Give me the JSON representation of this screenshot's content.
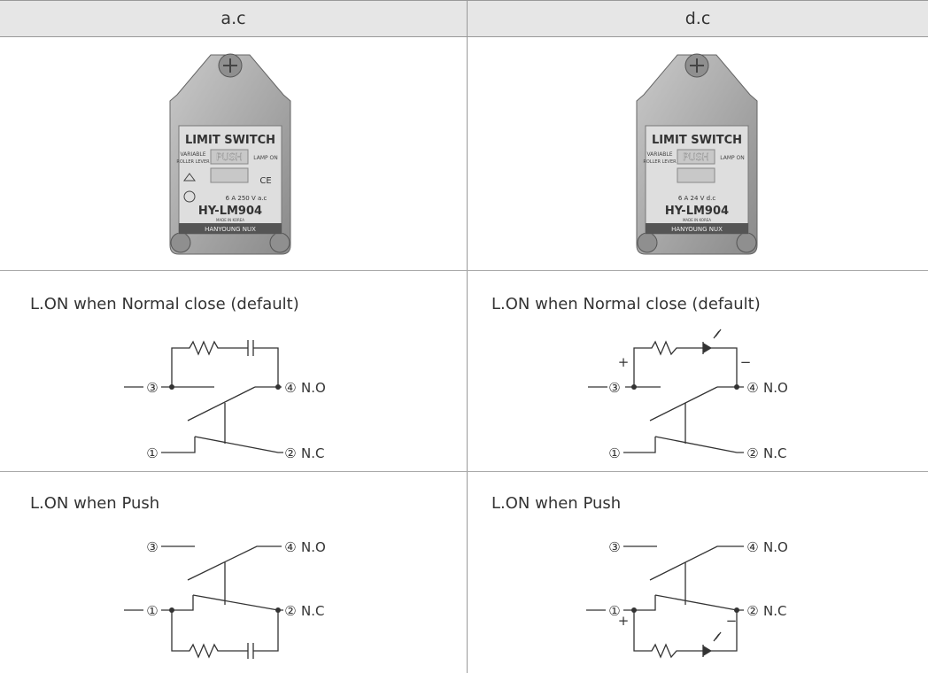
{
  "headers": {
    "left": "a.c",
    "right": "d.c"
  },
  "product": {
    "title": "LIMIT SWITCH",
    "variable": "VARIABLE",
    "roller_lever": "ROLLER LEVER",
    "push": "PUSH",
    "lamp_on": "LAMP ON",
    "model": "HY-LM904",
    "made_in": "MADE IN KOREA",
    "brand": "HANYOUNG NUX",
    "rating_ac": "6 A 250 V a.c",
    "rating_dc": "6 A 24 V d.c",
    "ce": "CE"
  },
  "captions": {
    "nc_left": "L.ON when Normal close (default)",
    "nc_right": "L.ON when Normal close (default)",
    "push_left": "L.ON when Push",
    "push_right": "L.ON when Push"
  },
  "terminals": {
    "t1": "①",
    "t2": "②",
    "t3": "③",
    "t4": "④",
    "no": "N.O",
    "nc": "N.C",
    "plus": "+",
    "minus": "−"
  },
  "colors": {
    "header_bg": "#e6e6e6",
    "grid": "#999999",
    "ink": "#333333",
    "body_metal": "#b5b5b5"
  }
}
